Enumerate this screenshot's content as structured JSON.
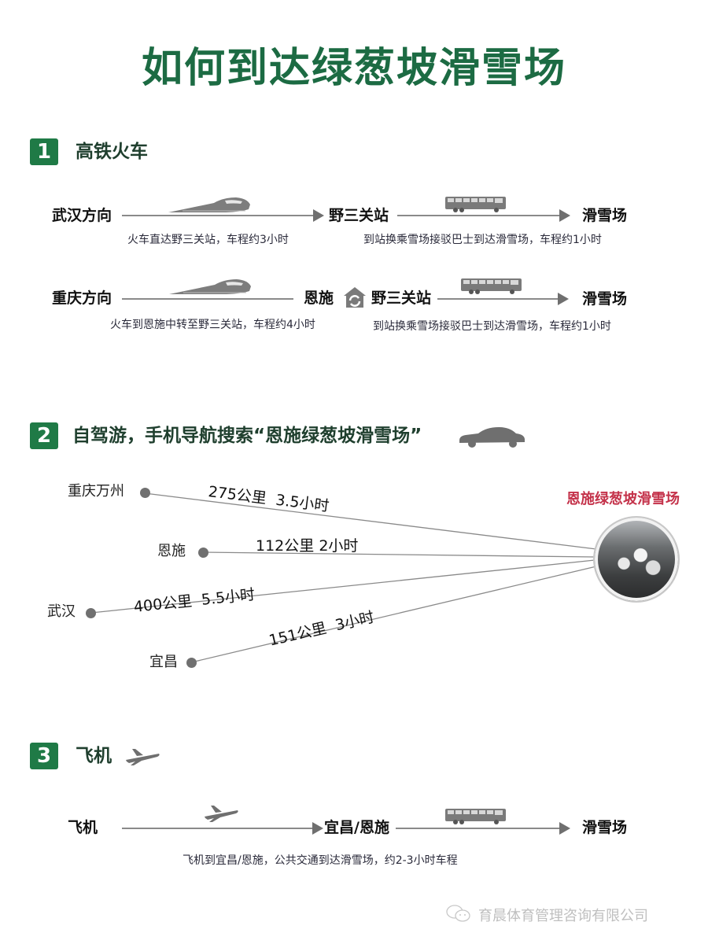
{
  "title": "如何到达绿葱坡滑雪场",
  "colors": {
    "accent_green": "#1f7a46",
    "title_green": "#1c6b43",
    "resort_red": "#c4324a",
    "line_gray": "#8a8a8a"
  },
  "sections": [
    {
      "number": "1",
      "title": "高铁火车",
      "routes": [
        {
          "origin": "武汉方向",
          "mid": "野三关站",
          "destination": "滑雪场",
          "leg1_icon": "train-icon",
          "leg1_note": "火车直达野三关站，车程约3小时",
          "leg2_icon": "bus-icon",
          "leg2_note": "到站换乘雪场接驳巴士到达滑雪场，车程约1小时"
        },
        {
          "origin": "重庆方向",
          "transfer": "恩施",
          "transfer_icon": "transfer-station-icon",
          "mid": "野三关站",
          "destination": "滑雪场",
          "leg1_icon": "train-icon",
          "leg1_note": "火车到恩施中转至野三关站，车程约4小时",
          "leg2_icon": "bus-icon",
          "leg2_note": "到站换乘雪场接驳巴士到达滑雪场，车程约1小时"
        }
      ]
    },
    {
      "number": "2",
      "title": "自驾游，手机导航搜索“恩施绿葱坡滑雪场”",
      "title_icon": "car-icon",
      "resort": {
        "label": "恩施绿葱坡滑雪场",
        "image": "ski-resort-photo"
      },
      "origins": [
        {
          "city": "重庆万州",
          "distance": "275公里",
          "time": "3.5小时"
        },
        {
          "city": "恩施",
          "distance": "112公里",
          "time": "2小时"
        },
        {
          "city": "武汉",
          "distance": "400公里",
          "time": "5.5小时"
        },
        {
          "city": "宜昌",
          "distance": "151公里",
          "time": "3小时"
        }
      ]
    },
    {
      "number": "3",
      "title": "飞机",
      "title_icon": "airplane-icon",
      "routes": [
        {
          "origin": "飞机",
          "mid": "宜昌/恩施",
          "destination": "滑雪场",
          "leg1_icon": "airplane-icon",
          "leg2_icon": "bus-icon",
          "note": "飞机到宜昌/恩施，公共交通到达滑雪场，约2-3小时车程"
        }
      ]
    }
  ],
  "footer": {
    "icon": "wechat-icon",
    "text": "育晨体育管理咨询有限公司"
  }
}
